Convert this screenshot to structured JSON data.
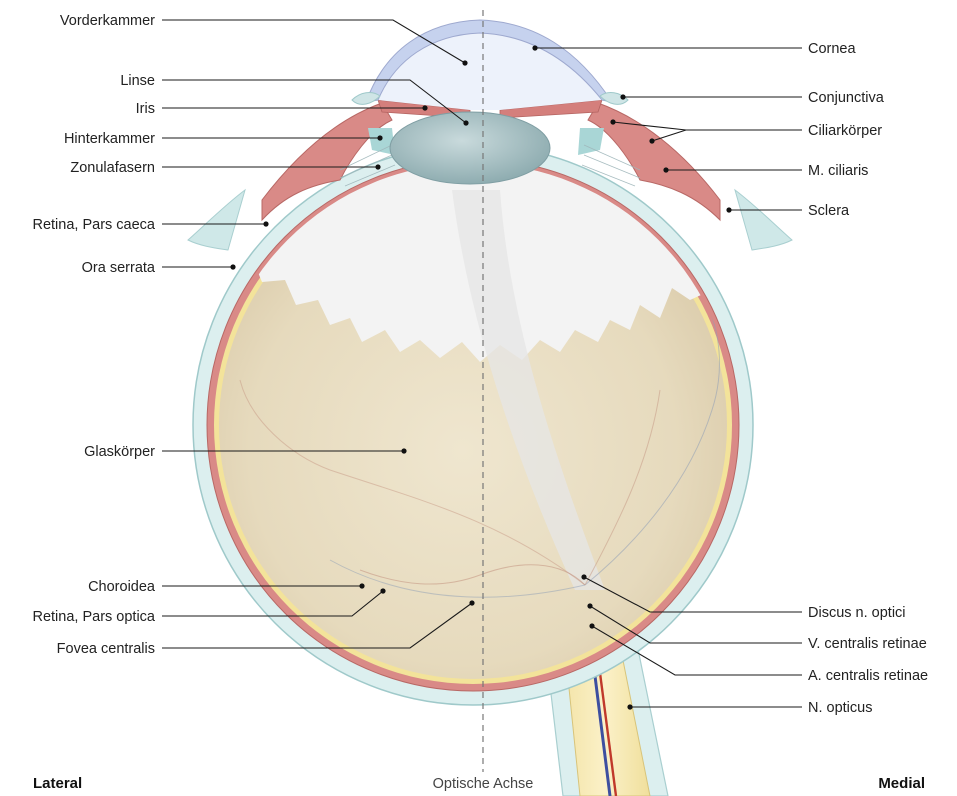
{
  "labels_left": [
    "Vorderkammer",
    "Linse",
    "Iris",
    "Hinterkammer",
    "Zonulafasern",
    "Retina, Pars caeca",
    "Ora serrata",
    "Glaskörper",
    "Choroidea",
    "Retina, Pars optica",
    "Fovea centralis"
  ],
  "labels_right": [
    "Cornea",
    "Conjunctiva",
    "Ciliarkörper",
    "M. ciliaris",
    "Sclera",
    "Discus n. optici",
    "V. centralis retinae",
    "A. centralis retinae",
    "N. opticus"
  ],
  "footer": {
    "lateral": "Lateral",
    "axis": "Optische Achse",
    "medial": "Medial"
  },
  "colors": {
    "sclera": "#dcefef",
    "choroid": "#d98a87",
    "retina": "#f3e39a",
    "vitreous": "#e7dcc0",
    "vitreous_cap": "#f4f4f4",
    "lens": "#9fbcc0",
    "cornea": "#e9eefa",
    "optic_nerve": "#f8eab5"
  }
}
